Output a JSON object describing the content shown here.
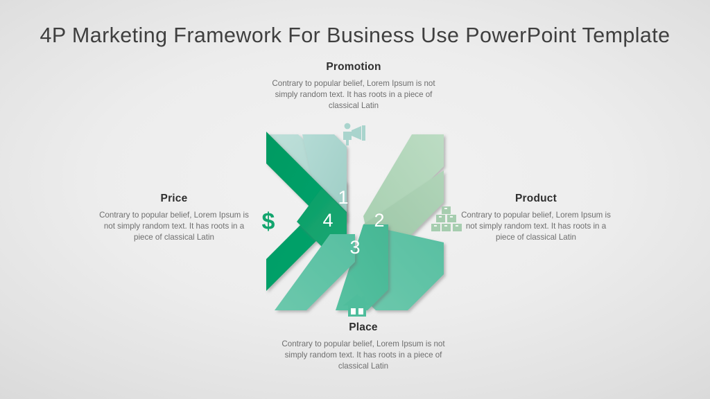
{
  "slide": {
    "title": "4P Marketing Framework For Business Use PowerPoint Template",
    "background_start": "#f2f2f2",
    "background_end": "#d6d6d6"
  },
  "palette": {
    "promotion_inner": "#a9d4cd",
    "promotion_outer": "#b6dad4",
    "product_inner": "#a6cdaf",
    "product_outer": "#b3d6ba",
    "place_inner": "#4fbd9c",
    "place_outer": "#62c3a6",
    "price_inner": "#13a56e",
    "price_outer": "#06a06a",
    "gap": "#ffffff",
    "number_text": "#ffffff"
  },
  "quadrants": [
    {
      "id": "promotion",
      "number": "1",
      "heading": "Promotion",
      "body": "Contrary to popular belief, Lorem Ipsum is not simply random text. It has roots in a piece of classical Latin",
      "icon": "megaphone-person-icon",
      "icon_color": "#a9d4cd",
      "position": "top"
    },
    {
      "id": "product",
      "number": "2",
      "heading": "Product",
      "body": "Contrary to popular belief, Lorem Ipsum is not simply random text. It has roots in a piece of classical Latin",
      "icon": "stacked-boxes-icon",
      "icon_color": "#a6cdaf",
      "position": "right"
    },
    {
      "id": "place",
      "number": "3",
      "heading": "Place",
      "body": "Contrary to popular belief, Lorem Ipsum is not simply random text. It has roots in a piece of classical Latin",
      "icon": "house-icon",
      "icon_color": "#4fbd9c",
      "position": "bottom"
    },
    {
      "id": "price",
      "number": "4",
      "heading": "Price",
      "body": "Contrary to popular belief, Lorem Ipsum is not simply random text. It has roots in a piece of classical Latin",
      "icon": "dollar-sign-icon",
      "icon_color": "#13a56e",
      "position": "left"
    }
  ]
}
